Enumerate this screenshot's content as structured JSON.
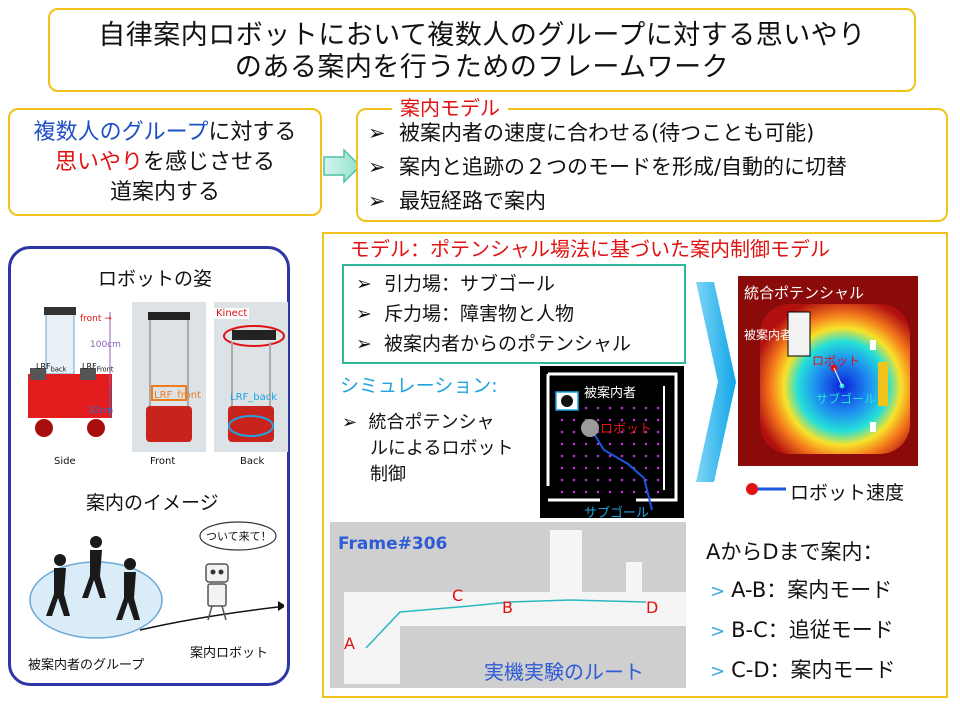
{
  "title": {
    "line1": "自律案内ロボットにおいて複数人のグループに対する思いやり",
    "line2": "のある案内を行うためのフレームワーク"
  },
  "goal": {
    "line1_blue": "複数人のグループ",
    "line1_rest": "に対する",
    "line2_red": "思いやり",
    "line2_rest": "を感じさせる",
    "line3": "道案内する"
  },
  "guidance_model": {
    "label": "案内モデル",
    "items": [
      "被案内者の速度に合わせる(待つことも可能)",
      "案内と追跡の２つのモードを形成/自動的に切替",
      "最短経路で案内"
    ]
  },
  "robot_panel": {
    "title": "ロボットの姿",
    "photo_labels": {
      "front_arrow": "front →",
      "height_100": "100cm",
      "height_32": "32cm",
      "lrf_back_side": "LRF",
      "lrf_back_sub": "back",
      "lrf_front_side": "LRF",
      "lrf_front_sub": "Front",
      "lrf_front_photo": "LRF_front",
      "lrf_back_photo": "LRF_back",
      "kinect": "Kinect",
      "side": "Side",
      "front": "Front",
      "back": "Back"
    },
    "image_title": "案内のイメージ",
    "speech": "ついて来て！",
    "guided_group_label": "被案内者のグループ",
    "guide_robot_label": "案内ロボット"
  },
  "control_model": {
    "title": "モデル：ポテンシャル場法に基づいた案内制御モデル",
    "forces": [
      "引力場：サブゴール",
      "斥力場：障害物と人物",
      "被案内者からのポテンシャル"
    ],
    "simulation_title": "シミュレーション:",
    "simulation_lines": [
      "統合ポテンシャ",
      "ルによるロボット",
      "制御"
    ],
    "sim_labels": {
      "guided": "被案内者",
      "robot": "ロボット",
      "subgoal": "サブゴール"
    },
    "potential": {
      "title": "統合ポテンシャル",
      "guided": "被案内者",
      "robot": "ロボット",
      "subgoal": "サブゴール"
    },
    "legend": "ロボット速度",
    "route": {
      "frame": "Frame#306",
      "points": [
        "A",
        "B",
        "C",
        "D"
      ],
      "caption": "実機実験のルート"
    },
    "plan": {
      "title": "AからDまで案内：",
      "items": [
        "A-B：案内モード",
        "B-C：追従モード",
        "C-D：案内モード"
      ]
    }
  },
  "colors": {
    "frame_yellow": "#f0c21a",
    "panel_blue": "#2e35a6",
    "accent_red": "#e01212",
    "accent_blue": "#1f4fc4",
    "accent_cyan": "#1fa4de",
    "teal": "#2fb89a"
  }
}
